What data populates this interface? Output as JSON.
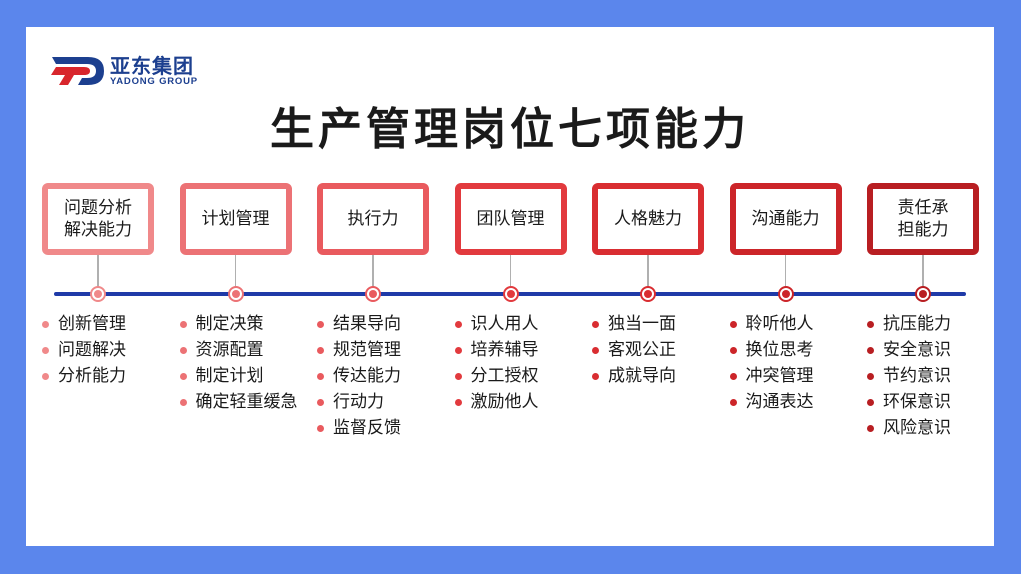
{
  "logo": {
    "name_cn": "亚东集团",
    "name_en": "YADONG GROUP",
    "colors": {
      "blue": "#1c3f8f",
      "red": "#d8262c"
    }
  },
  "title": "生产管理岗位七项能力",
  "timeline": {
    "line_color": "#1f3aa8"
  },
  "abilities": [
    {
      "label_lines": [
        "问题分析",
        "解决能力"
      ],
      "color": "#f0898a",
      "items": [
        "创新管理",
        "问题解决",
        "分析能力"
      ]
    },
    {
      "label_lines": [
        "计划管理"
      ],
      "color": "#ec7275",
      "items": [
        "制定决策",
        "资源配置",
        "制定计划",
        "确定轻重缓急"
      ]
    },
    {
      "label_lines": [
        "执行力"
      ],
      "color": "#e95a5e",
      "items": [
        "结果导向",
        "规范管理",
        "传达能力",
        "行动力",
        "监督反馈"
      ]
    },
    {
      "label_lines": [
        "团队管理"
      ],
      "color": "#e23a3e",
      "items": [
        "识人用人",
        "培养辅导",
        "分工授权",
        "激励他人"
      ]
    },
    {
      "label_lines": [
        "人格魅力"
      ],
      "color": "#d92d31",
      "items": [
        "独当一面",
        "客观公正",
        "成就导向"
      ]
    },
    {
      "label_lines": [
        "沟通能力"
      ],
      "color": "#cc2529",
      "items": [
        "聆听他人",
        "换位思考",
        "冲突管理",
        "沟通表达"
      ]
    },
    {
      "label_lines": [
        "责任承",
        "担能力"
      ],
      "color": "#b81e22",
      "items": [
        "抗压能力",
        "安全意识",
        "节约意识",
        "环保意识",
        "风险意识"
      ]
    }
  ]
}
